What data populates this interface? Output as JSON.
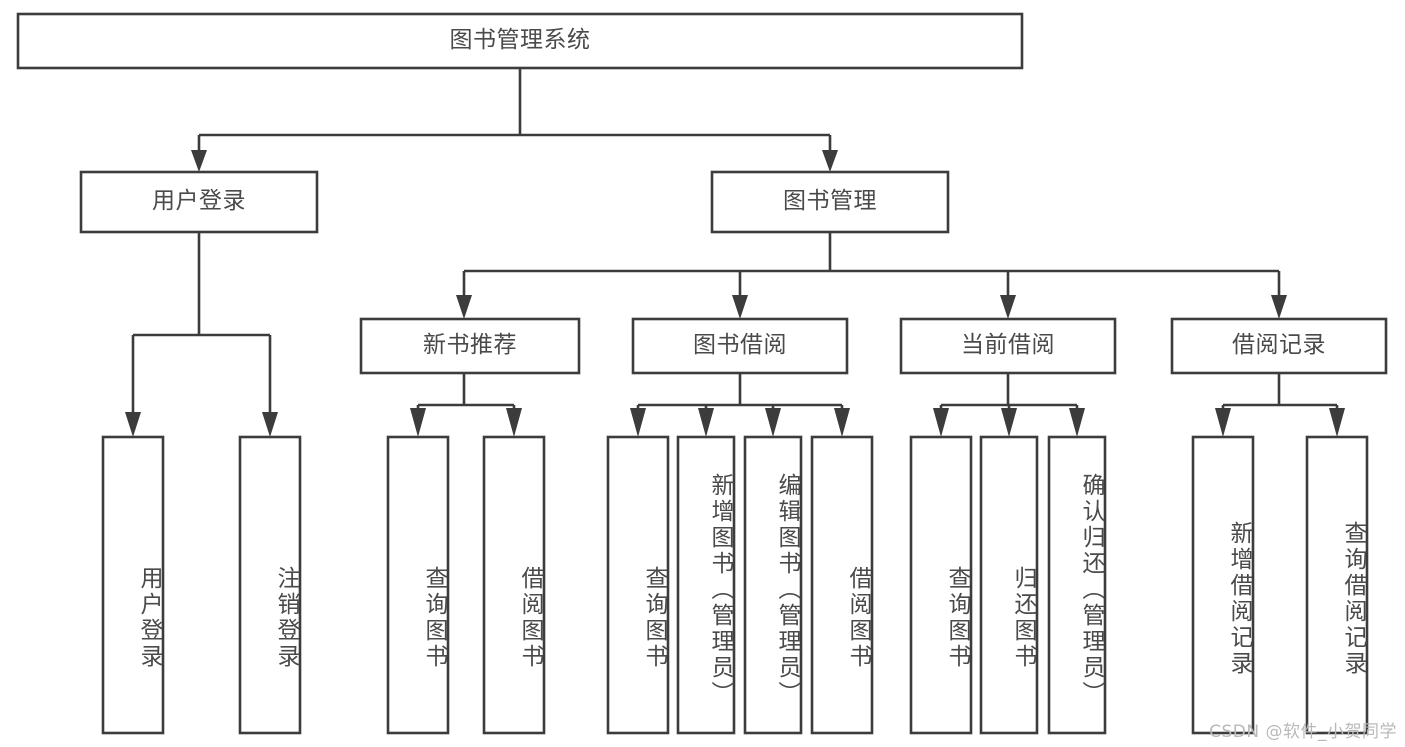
{
  "diagram": {
    "title": "图书管理系统",
    "type": "tree-hierarchy",
    "watermark": "CSDN @软件_小贺同学",
    "colors": {
      "stroke": "#3c3c3c",
      "box_fill": "#ffffff",
      "text": "#4a4a4a",
      "watermark": "#b9b9b9",
      "background": "#ffffff"
    },
    "levels": {
      "root": {
        "label": "图书管理系统"
      },
      "level2": [
        {
          "id": "user-login",
          "label": "用户登录"
        },
        {
          "id": "book-manage",
          "label": "图书管理"
        }
      ],
      "level3": [
        {
          "id": "new-book-rec",
          "label": "新书推荐",
          "parent": "book-manage"
        },
        {
          "id": "book-borrow",
          "label": "图书借阅",
          "parent": "book-manage"
        },
        {
          "id": "current-borrow",
          "label": "当前借阅",
          "parent": "book-manage"
        },
        {
          "id": "borrow-record",
          "label": "借阅记录",
          "parent": "book-manage"
        }
      ],
      "leaves": [
        {
          "id": "leaf-user-login",
          "label": "用户登录",
          "parent": "user-login"
        },
        {
          "id": "leaf-logout",
          "label": "注销登录",
          "parent": "user-login"
        },
        {
          "id": "leaf-query-book-1",
          "label": "查询图书",
          "parent": "new-book-rec"
        },
        {
          "id": "leaf-borrow-book-1",
          "label": "借阅图书",
          "parent": "new-book-rec"
        },
        {
          "id": "leaf-query-book-2",
          "label": "查询图书",
          "parent": "book-borrow"
        },
        {
          "id": "leaf-add-book",
          "label": "新增图书（管理员）",
          "parent": "book-borrow"
        },
        {
          "id": "leaf-edit-book",
          "label": "编辑图书（管理员）",
          "parent": "book-borrow"
        },
        {
          "id": "leaf-borrow-book-2",
          "label": "借阅图书",
          "parent": "book-borrow"
        },
        {
          "id": "leaf-query-book-3",
          "label": "查询图书",
          "parent": "current-borrow"
        },
        {
          "id": "leaf-return-book",
          "label": "归还图书",
          "parent": "current-borrow"
        },
        {
          "id": "leaf-confirm-return",
          "label": "确认归还（管理员）",
          "parent": "current-borrow"
        },
        {
          "id": "leaf-add-record",
          "label": "新增借阅记录",
          "parent": "borrow-record"
        },
        {
          "id": "leaf-query-record",
          "label": "查询借阅记录",
          "parent": "borrow-record"
        }
      ]
    }
  }
}
